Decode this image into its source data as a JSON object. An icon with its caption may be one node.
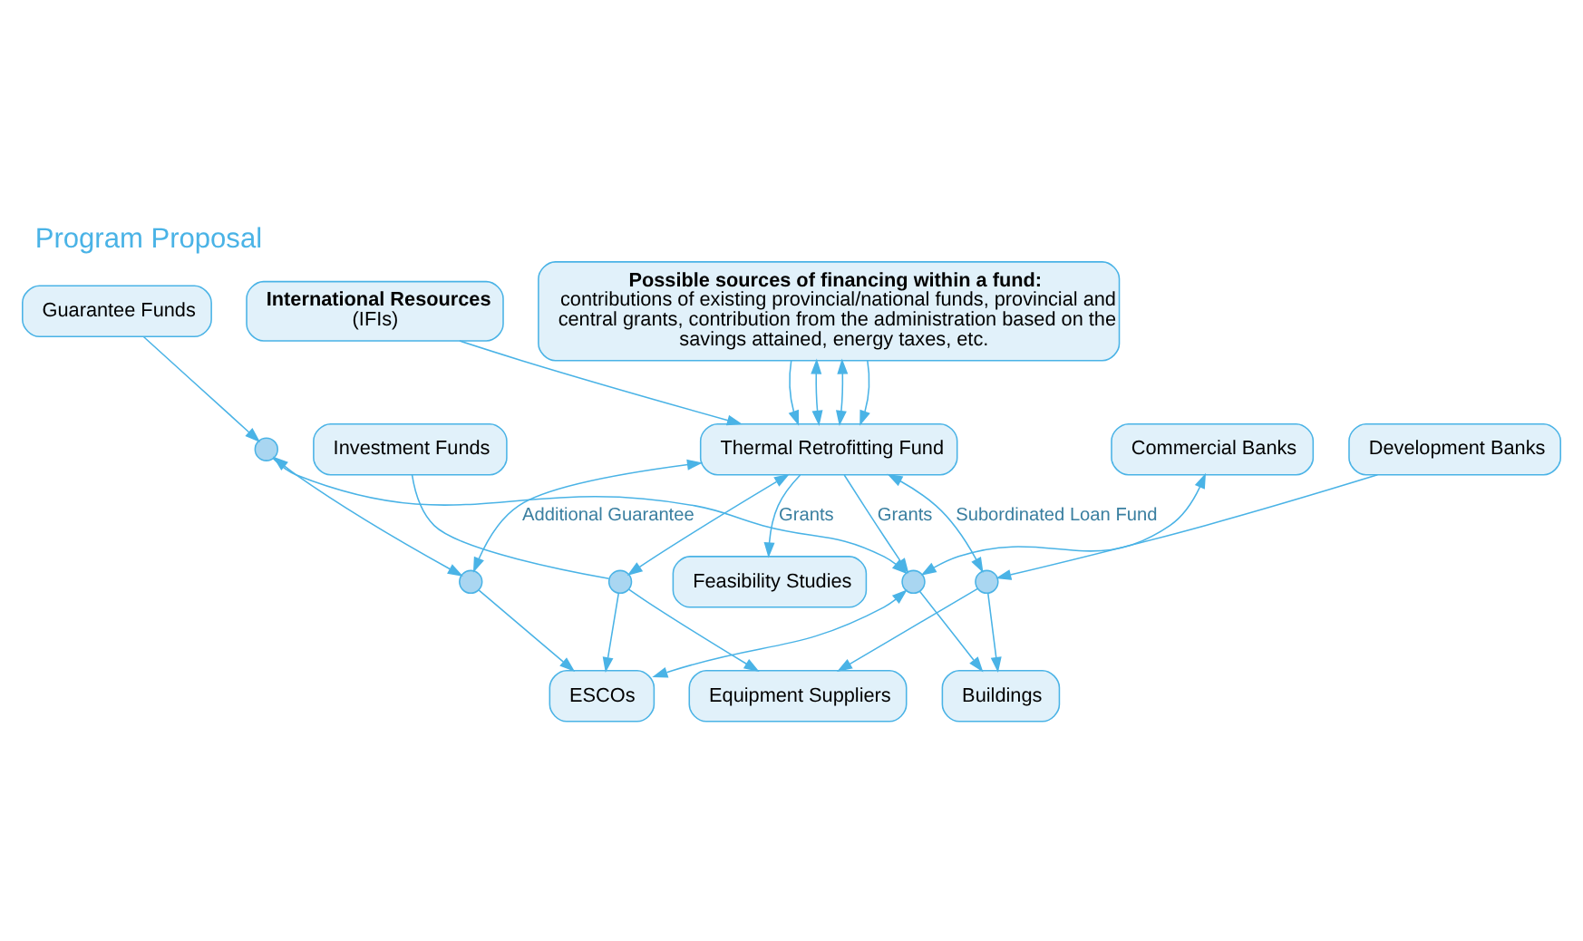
{
  "diagram": {
    "title": "Program Proposal",
    "nodes": [
      {
        "text": [
          "Possible sources of financing within a fund:",
          "contributions of existing provincial/national funds, provincial and central grants, contribution from the administration based on the savings attained, energy taxes, etc."
        ]
      },
      {
        "text": [
          "International Resources",
          "(IFIs)"
        ]
      },
      {
        "text": [
          "Thermal Retrofitting Fund"
        ]
      },
      {
        "text": [
          "Feasibility Studies"
        ]
      },
      {
        "text": [
          "Commercial Banks"
        ]
      },
      {
        "text": [
          "Buildings"
        ]
      },
      {
        "text": [
          "Development Banks"
        ]
      },
      {
        "text": [
          "ESCOs"
        ]
      },
      {
        "text": [
          "Investment Funds"
        ]
      },
      {
        "text": [
          "Equipment Suppliers"
        ]
      },
      {
        "text": [
          "Guarantee Funds"
        ]
      },
      {
        "text": [],
        "shape": "circle"
      },
      {
        "text": [],
        "shape": "circle"
      },
      {
        "text": [],
        "shape": "circle"
      },
      {
        "text": [],
        "shape": "circle"
      },
      {
        "text": [],
        "shape": "circle"
      }
    ],
    "edges": [
      {
        "from": 0,
        "to": 2,
        "arrow": "to"
      },
      {
        "from": 0,
        "to": 2,
        "arrow": "both"
      },
      {
        "from": 0,
        "to": 2,
        "arrow": "both"
      },
      {
        "from": 0,
        "to": 2,
        "arrow": "to"
      },
      {
        "from": 1,
        "to": 2,
        "arrow": "to"
      },
      {
        "from": 2,
        "to": 3,
        "arrow": "to",
        "label": "Grants"
      },
      {
        "from": 2,
        "to": 11,
        "arrow": "to",
        "label": "Grants"
      },
      {
        "from": 2,
        "to": 12,
        "arrow": "both",
        "label": "Subordinated Loan Fund"
      },
      {
        "from": 2,
        "to": 13,
        "arrow": "both"
      },
      {
        "from": 2,
        "to": 15,
        "arrow": "both",
        "label": "Additional Guarantee"
      },
      {
        "from": 4,
        "to": 11,
        "arrow": "both"
      },
      {
        "from": 11,
        "to": 5,
        "arrow": "to"
      },
      {
        "from": 11,
        "to": 7,
        "arrow": "both"
      },
      {
        "from": 14,
        "to": 11,
        "arrow": "to"
      },
      {
        "from": 6,
        "to": 12,
        "arrow": "to"
      },
      {
        "from": 12,
        "to": 5,
        "arrow": "to"
      },
      {
        "from": 12,
        "to": 9,
        "arrow": "to"
      },
      {
        "from": 8,
        "to": 13,
        "arrow": "none"
      },
      {
        "from": 13,
        "to": 7,
        "arrow": "to"
      },
      {
        "from": 13,
        "to": 9,
        "arrow": "to"
      },
      {
        "from": 10,
        "to": 14,
        "arrow": "to"
      },
      {
        "from": 14,
        "to": 15,
        "arrow": "both"
      },
      {
        "from": 15,
        "to": 7,
        "arrow": "to"
      }
    ]
  }
}
